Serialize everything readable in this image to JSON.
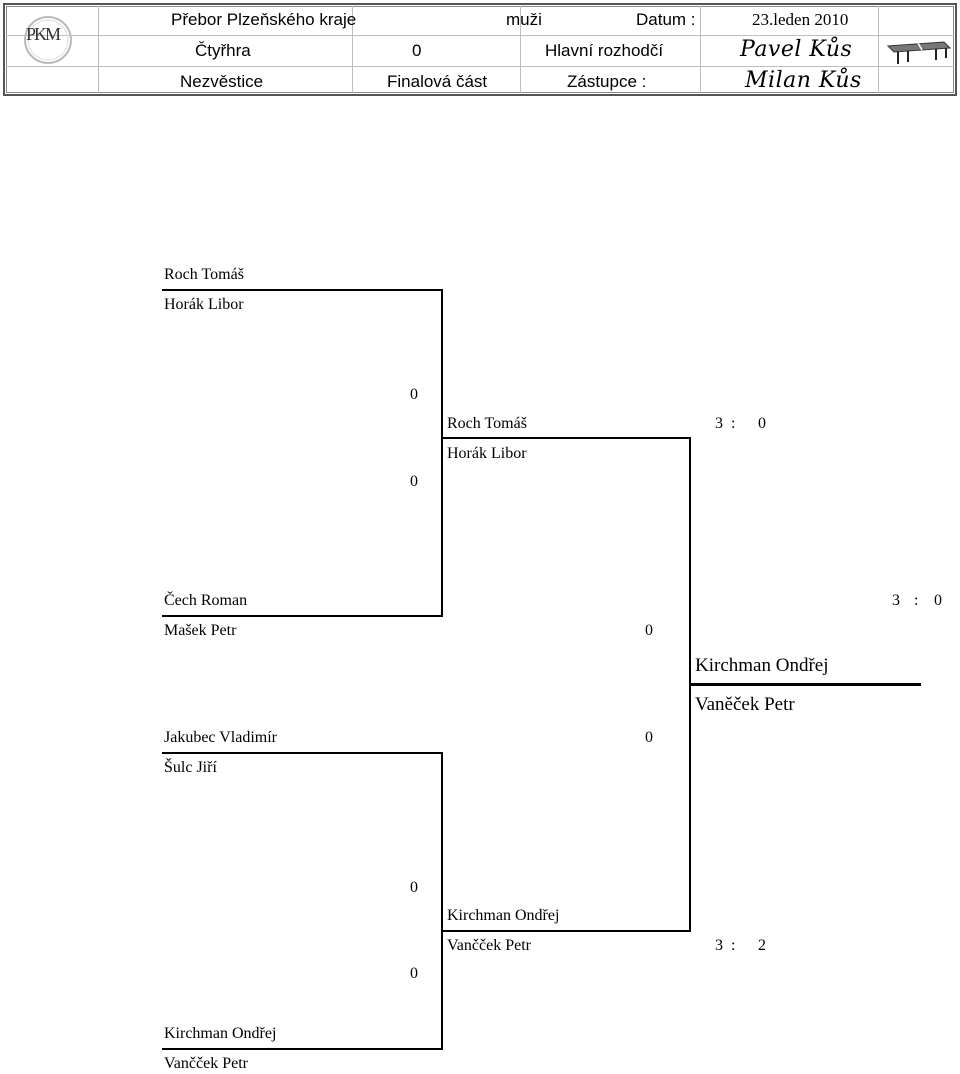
{
  "header": {
    "logo_text": "PKM",
    "tournament": "Přebor Plzeňského kraje",
    "category": "muži",
    "date_label": "Datum :",
    "date_value": "23.leden 2010",
    "event": "Čtyřhra",
    "event_number": "0",
    "referee_label": "Hlavní rozhodčí",
    "referee_name": "Pavel Kůs",
    "seed_label": "Nezvěstice",
    "stage": "Finalová část",
    "deputy_label": "Zástupce :",
    "deputy_name": "Milan Kůs",
    "table_icon": "ping-pong-table-icon"
  },
  "bracket": {
    "round1": [
      {
        "player1": "Roch Tomáš",
        "player2": "Horák Libor",
        "score": "0"
      },
      {
        "player1": "Čech Roman",
        "player2": "Mašek Petr",
        "score": "0"
      },
      {
        "player1": "Jakubec Vladimír",
        "player2": "Šulc Jiří",
        "score": "0"
      },
      {
        "player1": "Kirchman Ondřej",
        "player2": "Vančček Petr",
        "score": "0"
      }
    ],
    "semifinals": [
      {
        "player1": "Roch Tomáš",
        "player2": "Horák Libor",
        "score_a": "3",
        "sep": ":",
        "score_b": "0",
        "seed_score": "0"
      },
      {
        "player1": "Kirchman Ondřej",
        "player2": "Vančček Petr",
        "score_a": "3",
        "sep": ":",
        "score_b": "2",
        "seed_score": "0"
      }
    ],
    "final": {
      "player1": "Kirchman Ondřej",
      "player2": "Vaněček Petr",
      "score_a": "3",
      "sep": ":",
      "score_b": "0"
    }
  }
}
